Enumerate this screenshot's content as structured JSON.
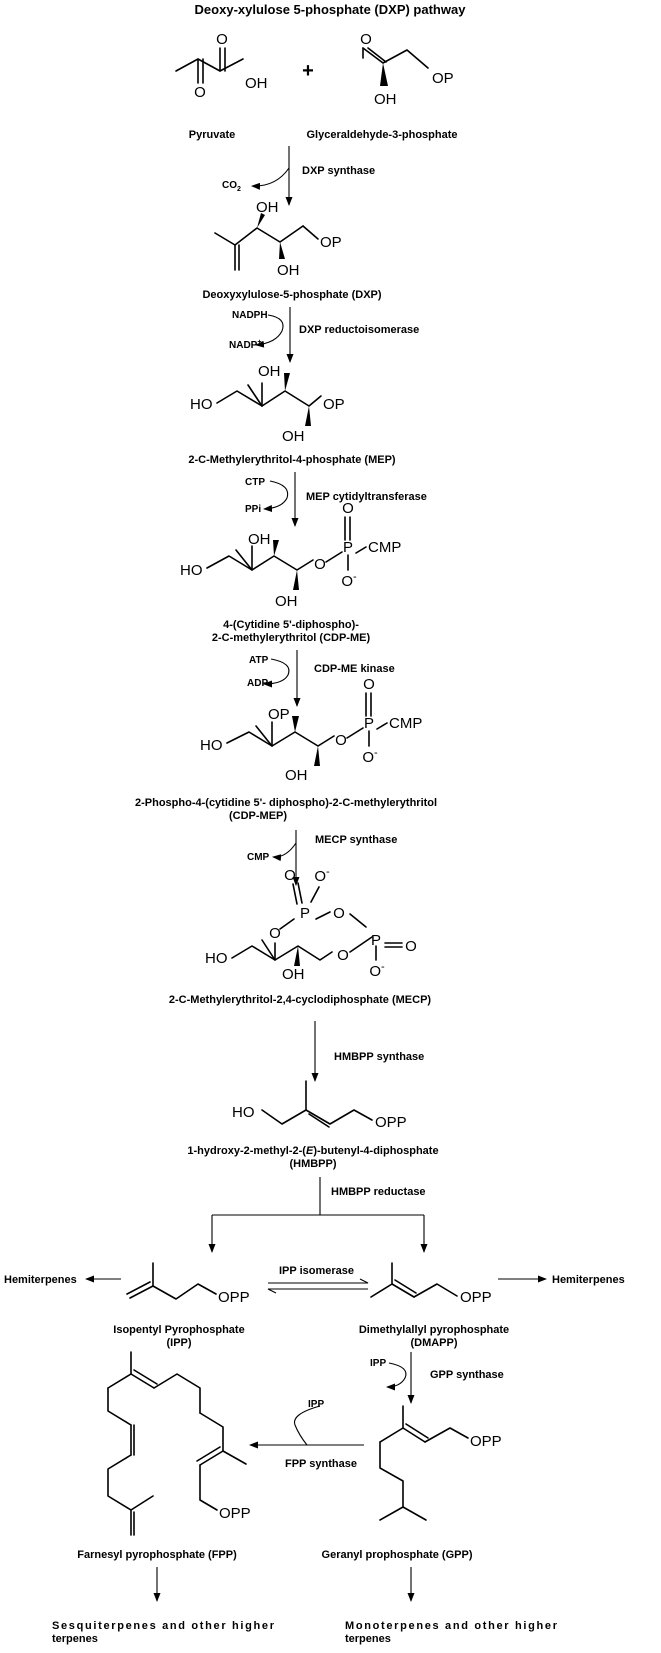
{
  "title": "Deoxy-xylulose 5-phosphate (DXP) pathway",
  "plus": "+",
  "atoms": {
    "o": "O",
    "oh": "OH",
    "op": "OP",
    "opp": "OPP",
    "ho": "HO",
    "p": "P",
    "cmp": "CMP",
    "minus": "-",
    "plus_charge": "+"
  },
  "compounds": {
    "pyruvate": "Pyruvate",
    "g3p": "Glyceraldehyde-3-phosphate",
    "dxp": "Deoxyxylulose-5-phosphate (DXP)",
    "mep": "2-C-Methylerythritol-4-phosphate (MEP)",
    "cdpme_1": "4-(Cytidine 5'-diphospho)-",
    "cdpme_2": "2-C-methylerythritol (CDP-ME)",
    "cdpmep_1": "2-Phospho-4-(cytidine 5'- diphospho)-2-C-methylerythritol",
    "cdpmep_2": "(CDP-MEP)",
    "mecp": "2-C-Methylerythritol-2,4-cyclodiphosphate (MECP)",
    "hmbpp_1": "1-hydroxy-2-methyl-2-(",
    "hmbpp_e": "E",
    "hmbpp_2": ")-butenyl-4-diphosphate",
    "hmbpp_3": "(HMBPP)",
    "ipp_1": "Isopentyl Pyrophosphate",
    "ipp_2": "(IPP)",
    "dmapp_1": "Dimethylallyl pyrophosphate",
    "dmapp_2": "(DMAPP)",
    "fpp": "Farnesyl pyrophosphate (FPP)",
    "gpp": "Geranyl prophosphate (GPP)"
  },
  "enzymes": {
    "dxp_synthase": "DXP synthase",
    "dxr": "DXP reductoisomerase",
    "mct": "MEP cytidyltransferase",
    "cmk": "CDP-ME kinase",
    "mds": "MECP synthase",
    "hds": "HMBPP synthase",
    "hdr": "HMBPP reductase",
    "idi": "IPP isomerase",
    "gpps": "GPP synthase",
    "fpps": "FPP synthase"
  },
  "cofactors": {
    "co2": "CO",
    "co2_sub": "2",
    "nadph": "NADPH",
    "nadp": "NADP",
    "ctp": "CTP",
    "ppi": "PPi",
    "atp": "ATP",
    "adp": "ADP",
    "cmp": "CMP",
    "ipp_gpp": "IPP",
    "ipp_fpp": "IPP"
  },
  "products": {
    "hemi_left": "Hemiterpenes",
    "hemi_right": "Hemiterpenes",
    "sesqui_1": "Sesquiterpenes and other higher",
    "sesqui_2": "terpenes",
    "mono_1": "Monoterpenes and other higher",
    "mono_2": "terpenes"
  }
}
